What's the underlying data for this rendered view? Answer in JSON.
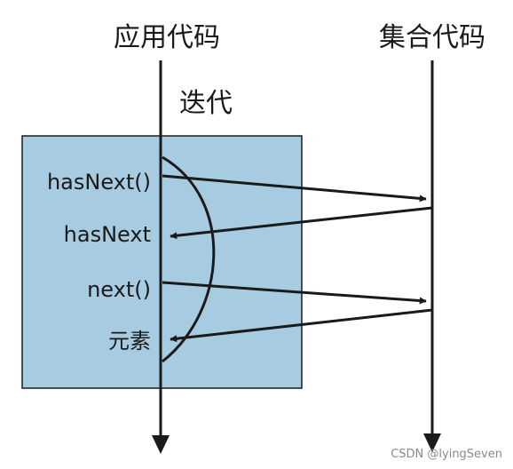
{
  "diagram": {
    "lanes": {
      "app": "应用代码",
      "collection": "集合代码"
    },
    "iteration_label": "迭代",
    "calls": {
      "has_next_call": "hasNext()",
      "has_next_result": "hasNext",
      "next_call": "next()",
      "element_result": "元素"
    }
  },
  "watermark": "CSDN @lyingSeven",
  "colors": {
    "box_fill": "#a7cbe0",
    "line": "#1a1a1a"
  }
}
